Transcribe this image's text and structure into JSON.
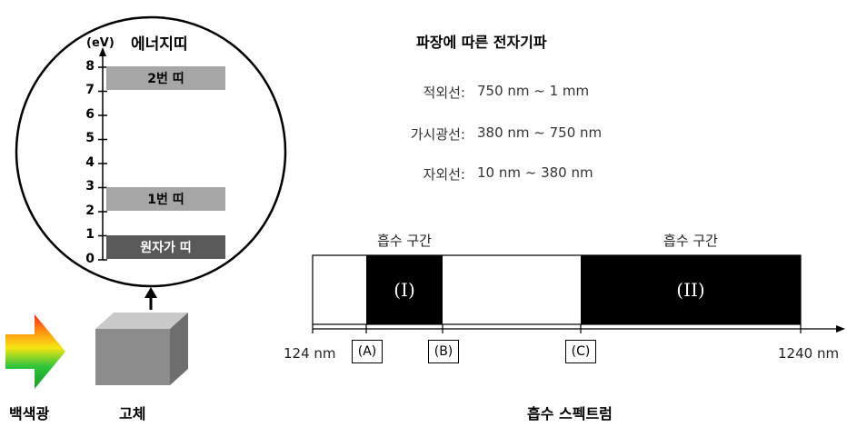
{
  "energy_diagram": {
    "unit": "(eV)",
    "title": "에너지띠",
    "ticks": [
      "0",
      "1",
      "2",
      "3",
      "4",
      "5",
      "6",
      "7",
      "8"
    ],
    "bands": [
      {
        "label": "2번 띠",
        "from": 7.0,
        "to": 8.0,
        "color": "#a6a6a6"
      },
      {
        "label": "1번 띠",
        "from": 2.0,
        "to": 3.0,
        "color": "#a6a6a6"
      },
      {
        "label": "원자가 띠",
        "from": 0.0,
        "to": 1.0,
        "color": "#595959",
        "text_color": "#ffffff"
      }
    ]
  },
  "source_label": "백색광",
  "solid_label": "고체",
  "wavelength_ranges": {
    "title": "파장에 따른 전자기파",
    "rows": [
      {
        "name": "적외선:",
        "range": "750 nm ~ 1 mm"
      },
      {
        "name": "가시광선:",
        "range": "380 nm ~ 750 nm"
      },
      {
        "name": "자외선:",
        "range": "10 nm ~ 380 nm"
      }
    ]
  },
  "spectrum": {
    "title": "흡수 스펙트럼",
    "min_label": "124 nm",
    "max_label": "1240 nm",
    "regions": [
      {
        "label": "(I)",
        "header": "흡수 구간"
      },
      {
        "label": "(II)",
        "header": "흡수 구간"
      }
    ],
    "markers": [
      "(A)",
      "(B)",
      "(C)"
    ]
  },
  "colors": {
    "band_gray": "#a6a6a6",
    "valence_dark": "#595959",
    "absorb": "#000000"
  }
}
